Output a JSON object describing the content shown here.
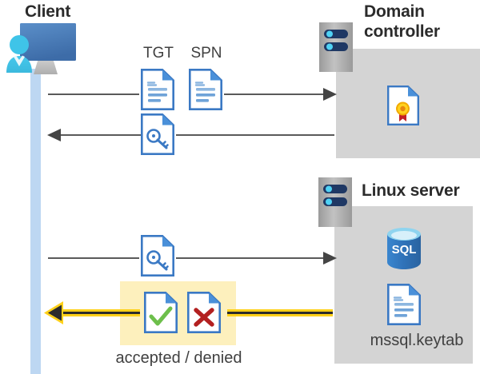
{
  "diagram": {
    "title_client": "Client",
    "title_domain_controller": "Domain\ncontroller",
    "title_domain_controller_line1": "Domain",
    "title_domain_controller_line2": "controller",
    "title_linux_server": "Linux server",
    "label_tgt": "TGT",
    "label_spn": "SPN",
    "label_keytab": "mssql.keytab",
    "label_result": "accepted / denied",
    "sql_text": "SQL"
  },
  "colors": {
    "panel_gray": "#d4d4d4",
    "lifeline_blue": "#bdd7f2",
    "highlight_yellow": "#fdf0bd",
    "arrow_gray": "#5a5a5a",
    "arrow_yellow": "#ffd11a",
    "arrow_dark": "#2c2c2c",
    "doc_blue": "#3b79c4",
    "accent_blue": "#2f6fba",
    "check_green": "#6dbf4b",
    "x_red": "#b32020",
    "cert_gold": "#ffd21e",
    "cert_ribbon_red": "#c32026",
    "sql_blue": "#2f72b8",
    "person_cyan": "#41c5e8",
    "monitor_blue": "#4a7ebb",
    "server_gray": "#a6a6a6",
    "server_bar_navy": "#1f3864",
    "text_dark": "#2b2b2b"
  },
  "icons": {
    "client": "client-workstation-icon",
    "tgt_doc": "document-icon",
    "spn_doc": "document-icon",
    "ticket_key_doc": "document-key-icon",
    "service_ticket_doc": "document-key-icon",
    "certificate": "certificate-icon",
    "sql_db": "sql-database-icon",
    "keytab_doc": "document-icon",
    "accepted_doc": "document-check-icon",
    "denied_doc": "document-x-icon",
    "server_dc": "server-rack-icon",
    "server_linux": "server-rack-icon"
  },
  "flows": [
    {
      "name": "client-to-dc-request",
      "direction": "right",
      "payload": [
        "TGT",
        "SPN"
      ]
    },
    {
      "name": "dc-to-client-ticket",
      "direction": "left",
      "payload": [
        "service-ticket"
      ]
    },
    {
      "name": "client-to-linux-ticket",
      "direction": "right",
      "payload": [
        "service-ticket"
      ]
    },
    {
      "name": "linux-to-client-result",
      "direction": "left",
      "payload": [
        "accepted",
        "denied"
      ]
    }
  ]
}
